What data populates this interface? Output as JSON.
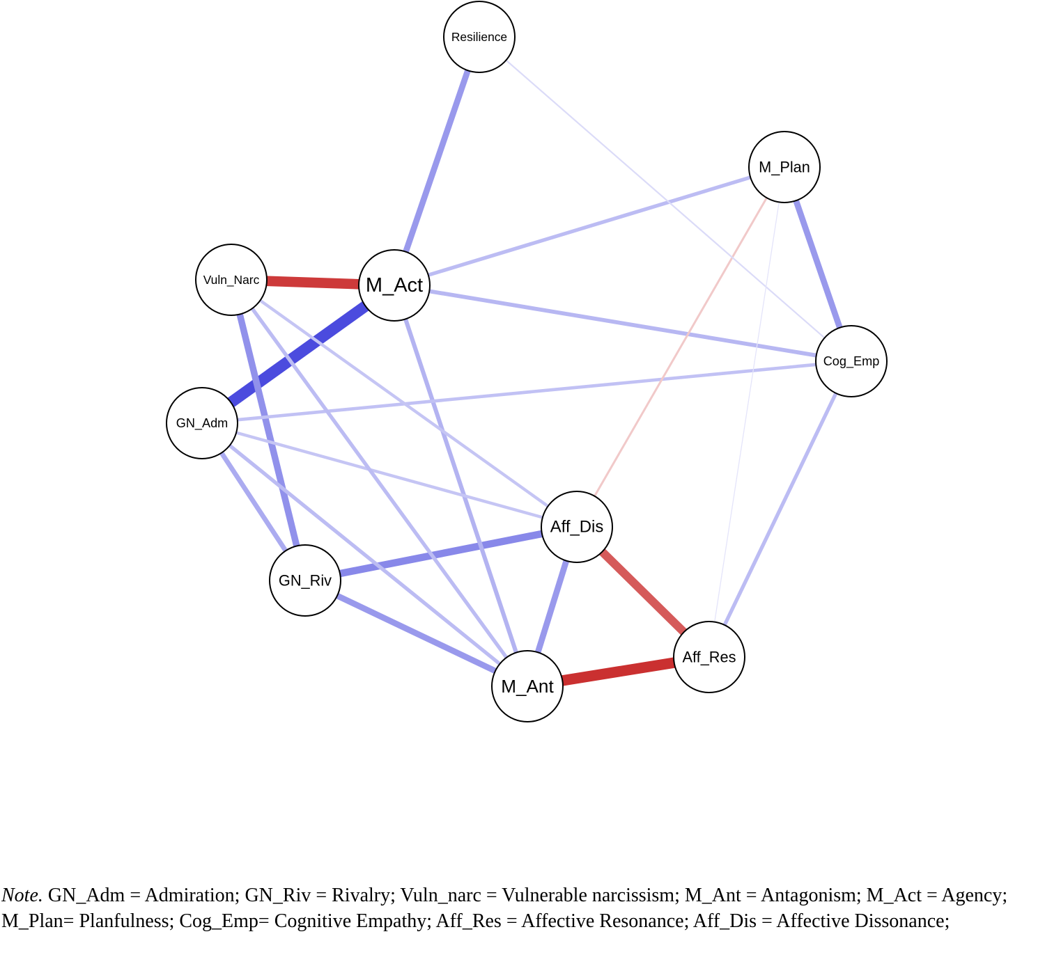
{
  "network": {
    "nodes": [
      {
        "id": "Resilience",
        "label": "Resilience"
      },
      {
        "id": "M_Plan",
        "label": "M_Plan"
      },
      {
        "id": "Vuln_Narc",
        "label": "Vuln_Narc"
      },
      {
        "id": "M_Act",
        "label": "M_Act"
      },
      {
        "id": "Cog_Emp",
        "label": "Cog_Emp"
      },
      {
        "id": "GN_Adm",
        "label": "GN_Adm"
      },
      {
        "id": "Aff_Dis",
        "label": "Aff_Dis"
      },
      {
        "id": "GN_Riv",
        "label": "GN_Riv"
      },
      {
        "id": "Aff_Res",
        "label": "Aff_Res"
      },
      {
        "id": "M_Ant",
        "label": "M_Ant"
      }
    ],
    "edges": [
      {
        "from": "Vuln_Narc",
        "to": "M_Act",
        "sign": "negative",
        "strength": 0.8
      },
      {
        "from": "M_Act",
        "to": "GN_Adm",
        "sign": "positive",
        "strength": 0.9
      },
      {
        "from": "Aff_Dis",
        "to": "Aff_Res",
        "sign": "negative",
        "strength": 0.65
      },
      {
        "from": "M_Ant",
        "to": "Aff_Res",
        "sign": "negative",
        "strength": 0.85
      },
      {
        "from": "GN_Riv",
        "to": "Aff_Dis",
        "sign": "positive",
        "strength": 0.55
      },
      {
        "from": "Resilience",
        "to": "M_Act",
        "sign": "positive",
        "strength": 0.45
      },
      {
        "from": "M_Plan",
        "to": "Cog_Emp",
        "sign": "positive",
        "strength": 0.45
      },
      {
        "from": "Vuln_Narc",
        "to": "GN_Riv",
        "sign": "positive",
        "strength": 0.5
      },
      {
        "from": "GN_Riv",
        "to": "M_Ant",
        "sign": "positive",
        "strength": 0.45
      },
      {
        "from": "Aff_Dis",
        "to": "M_Ant",
        "sign": "positive",
        "strength": 0.45
      },
      {
        "from": "M_Act",
        "to": "M_Plan",
        "sign": "positive",
        "strength": 0.25
      },
      {
        "from": "M_Act",
        "to": "Cog_Emp",
        "sign": "positive",
        "strength": 0.28
      },
      {
        "from": "M_Act",
        "to": "M_Ant",
        "sign": "positive",
        "strength": 0.3
      },
      {
        "from": "GN_Adm",
        "to": "GN_Riv",
        "sign": "positive",
        "strength": 0.35
      },
      {
        "from": "GN_Adm",
        "to": "Cog_Emp",
        "sign": "positive",
        "strength": 0.22
      },
      {
        "from": "GN_Adm",
        "to": "Aff_Dis",
        "sign": "positive",
        "strength": 0.2
      },
      {
        "from": "GN_Adm",
        "to": "M_Ant",
        "sign": "positive",
        "strength": 0.25
      },
      {
        "from": "Vuln_Narc",
        "to": "Aff_Dis",
        "sign": "positive",
        "strength": 0.2
      },
      {
        "from": "Vuln_Narc",
        "to": "M_Ant",
        "sign": "positive",
        "strength": 0.25
      },
      {
        "from": "Cog_Emp",
        "to": "Aff_Res",
        "sign": "positive",
        "strength": 0.25
      },
      {
        "from": "M_Plan",
        "to": "Aff_Dis",
        "sign": "negative",
        "strength": 0.12
      },
      {
        "from": "Resilience",
        "to": "Cog_Emp",
        "sign": "positive",
        "strength": 0.07
      },
      {
        "from": "M_Plan",
        "to": "Aff_Res",
        "sign": "positive",
        "strength": 0.02
      }
    ],
    "colors": {
      "positive": "#3a3adb",
      "negative": "#c21010"
    }
  },
  "note": {
    "label": "Note.",
    "text": " GN_Adm = Admiration; GN_Riv = Rivalry; Vuln_narc = Vulnerable narcissism; M_Ant = Antagonism; M_Act = Agency; M_Plan= Planfulness; Cog_Emp= Cognitive Empathy; Aff_Res = Affective Resonance; Aff_Dis = Affective Dissonance;"
  }
}
